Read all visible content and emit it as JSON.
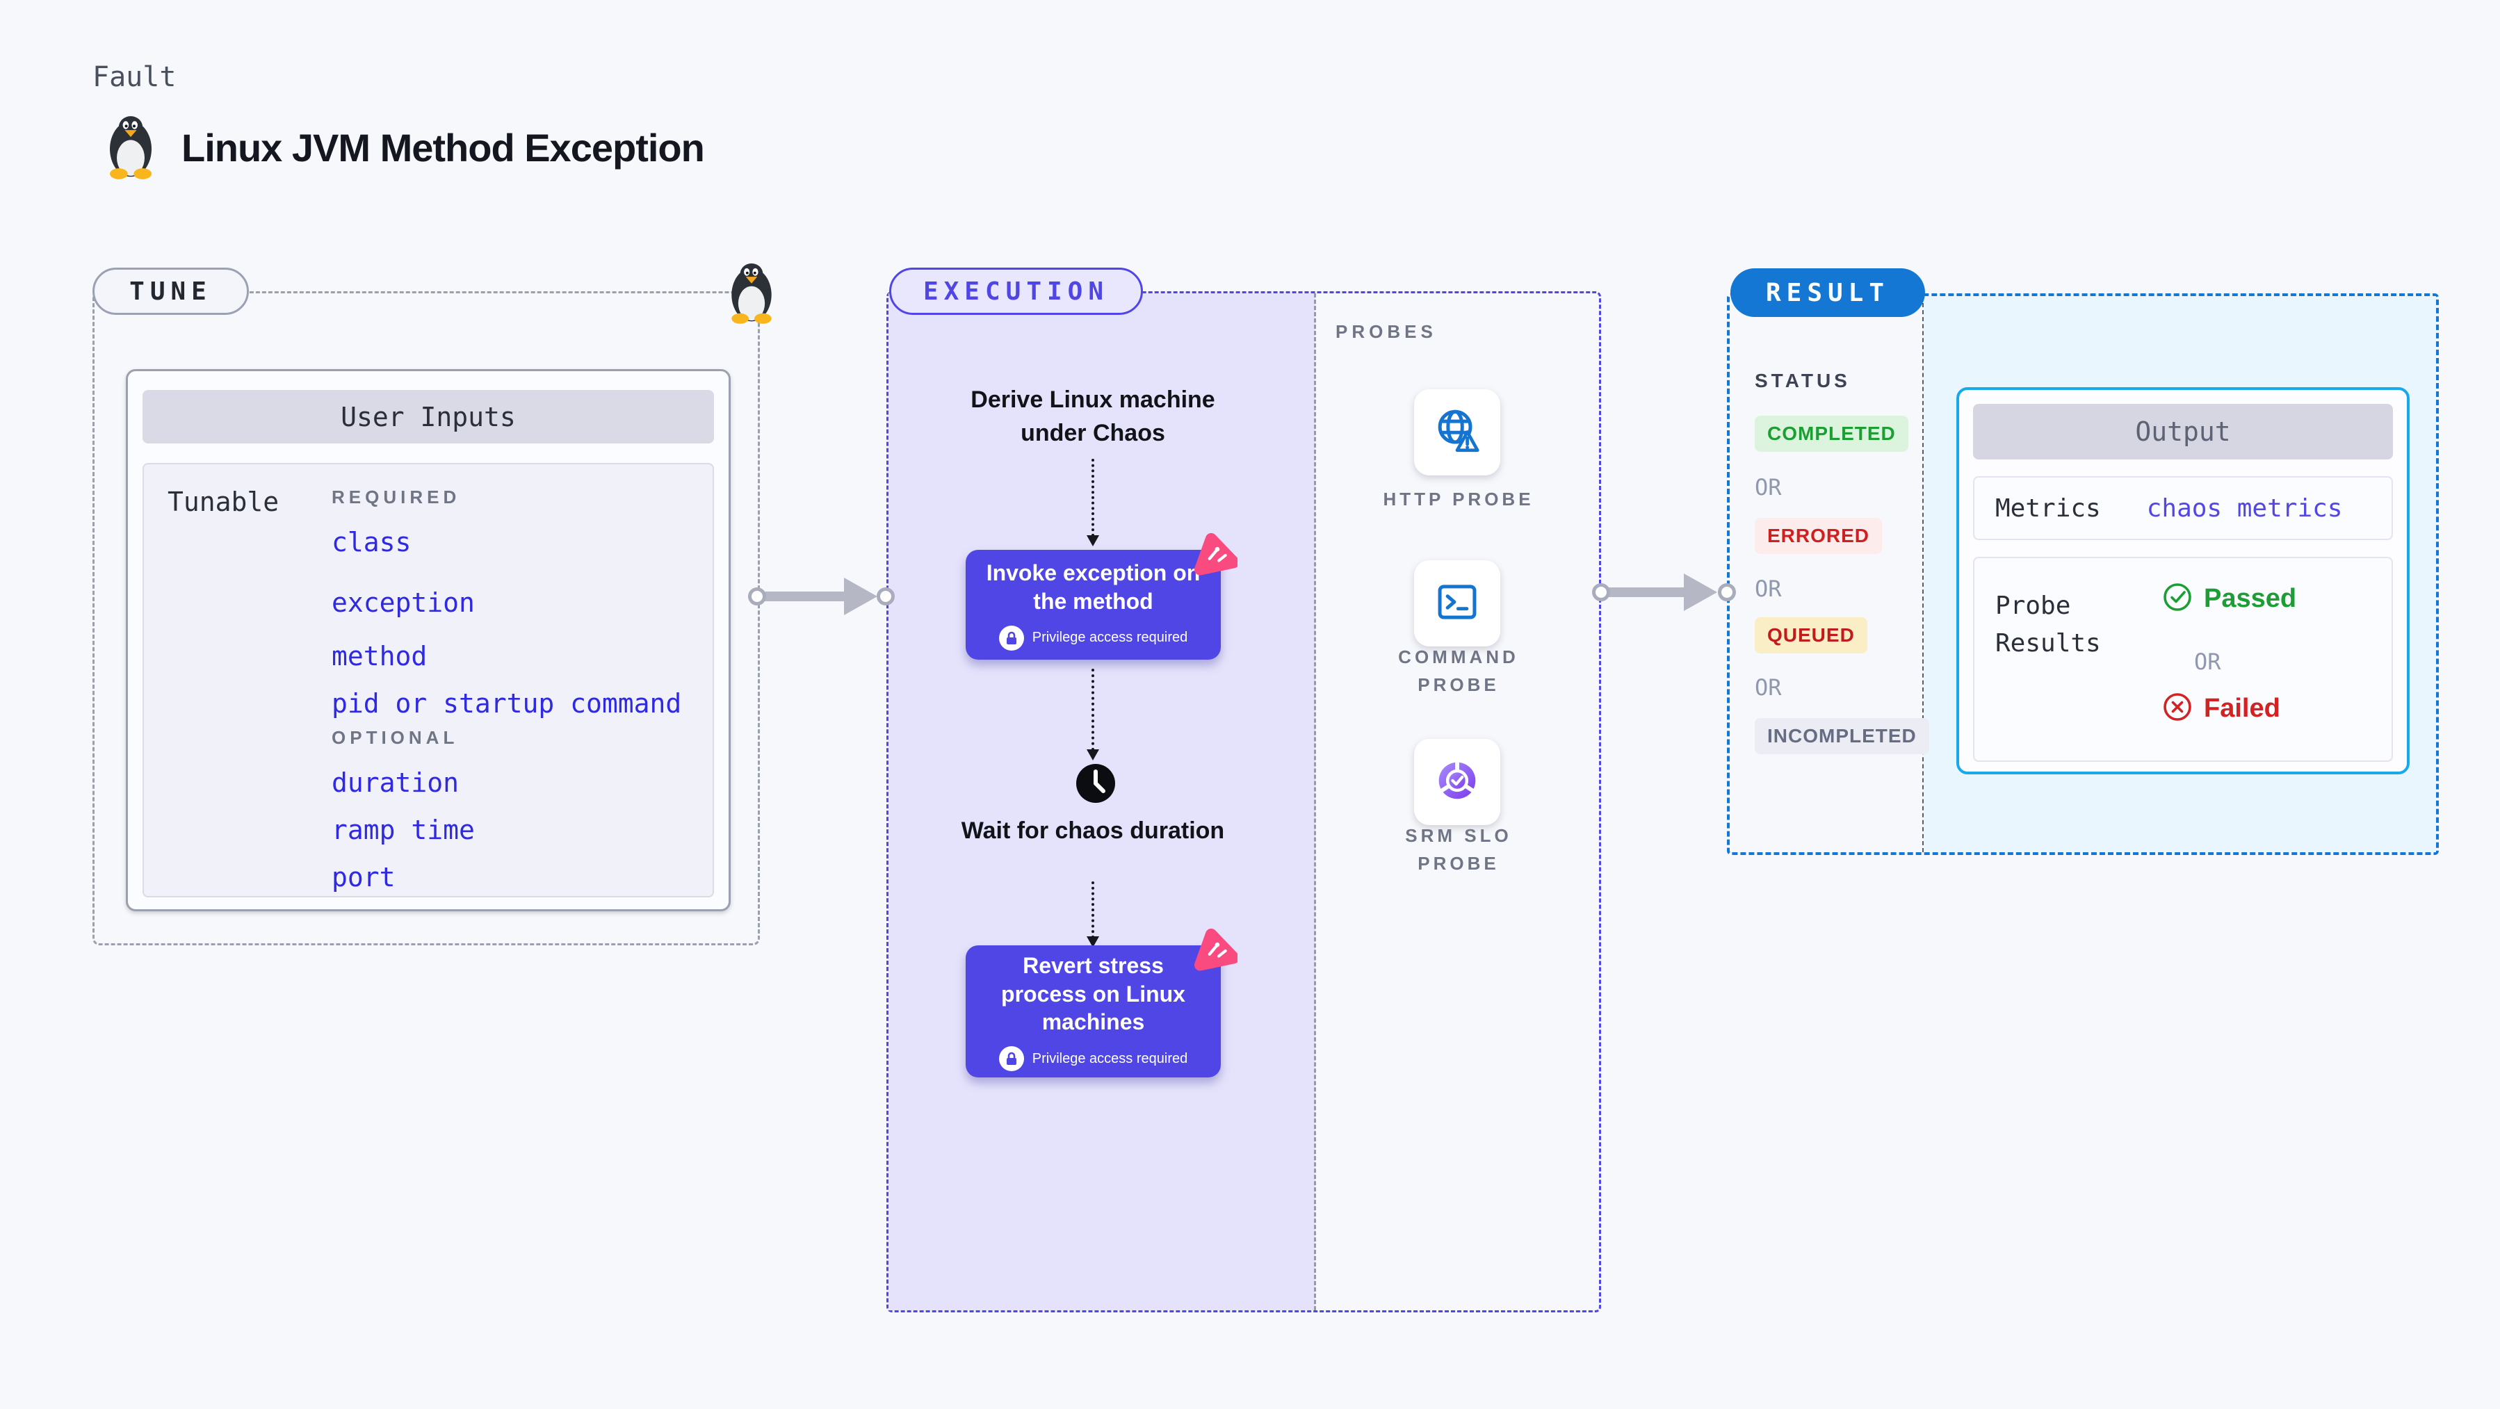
{
  "page": {
    "fault_label": "Fault",
    "title": "Linux JVM Method Exception"
  },
  "tune": {
    "badge": "TUNE",
    "card_title": "User Inputs",
    "row_label": "Tunable",
    "required_label": "REQUIRED",
    "required_items": [
      "class",
      "exception",
      "method",
      "pid or startup command"
    ],
    "optional_label": "OPTIONAL",
    "optional_items": [
      "duration",
      "ramp time",
      "port"
    ]
  },
  "execution": {
    "badge": "EXECUTION",
    "derive_step": "Derive Linux machine under Chaos",
    "invoke_step": "Invoke exception on the method",
    "wait_step": "Wait for chaos duration",
    "revert_step": "Revert stress process on Linux machines",
    "privilege_note": "Privilege access required"
  },
  "probes": {
    "section_label": "PROBES",
    "items": [
      {
        "label": "HTTP PROBE",
        "icon": "globe-alert-icon"
      },
      {
        "label": "COMMAND PROBE",
        "icon": "terminal-icon"
      },
      {
        "label": "SRM SLO PROBE",
        "icon": "slo-donut-check-icon"
      }
    ]
  },
  "result": {
    "badge": "RESULT",
    "status_label": "STATUS",
    "or_label": "OR",
    "statuses": [
      "COMPLETED",
      "ERRORED",
      "QUEUED",
      "INCOMPLETED"
    ],
    "output": {
      "title": "Output",
      "metrics_label": "Metrics",
      "metrics_value": "chaos metrics",
      "probe_results_label": "Probe Results",
      "passed_label": "Passed",
      "or_label": "OR",
      "failed_label": "Failed"
    }
  },
  "colors": {
    "page_bg": "#f7f8fc",
    "indigo": "#4f46e5",
    "purple_area": "#e5e3fb",
    "link_blue": "#2f2ae2",
    "result_blue": "#1377d3",
    "result_pane": "#e9f6fd",
    "output_border_cyan": "#16abe8",
    "green": "#1d9e35",
    "red": "#cf1f1f",
    "queued_bg": "#f9eec5",
    "pink_chaos": "#fa4b81",
    "arrow_gray": "#b5b8c4"
  }
}
